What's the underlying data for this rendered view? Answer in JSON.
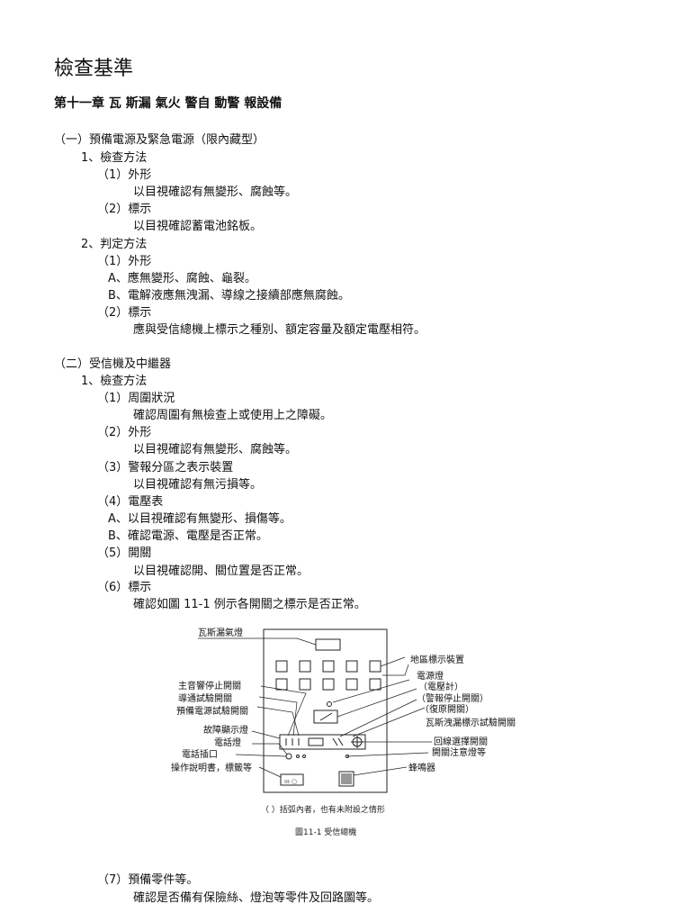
{
  "page_title": "檢查基準",
  "chapter_title": "第十一章 瓦 斯漏 氣火 警自 動警 報設備",
  "sections": {
    "s1": {
      "heading": "（一）預備電源及緊急電源（限內藏型）",
      "m1": "1、檢查方法",
      "m1_1": "（1）外形",
      "m1_1_t": "以目視確認有無變形、腐蝕等。",
      "m1_2": "（2）標示",
      "m1_2_t": "以目視確認蓄電池銘板。",
      "m2": "2、判定方法",
      "m2_1": "（1）外形",
      "m2_1_a": "A、應無變形、腐蝕、龜裂。",
      "m2_1_b": "B、電解液應無洩漏、導線之接續部應無腐蝕。",
      "m2_2": "（2）標示",
      "m2_2_t": "應與受信總機上標示之種別、額定容量及額定電壓相符。"
    },
    "s2": {
      "heading": "（二）受信機及中繼器",
      "m1": "1、檢查方法",
      "i1": "（1）周圍狀況",
      "i1_t": "確認周圍有無檢查上或使用上之障礙。",
      "i2": "（2）外形",
      "i2_t": "以目視確認有無變形、腐蝕等。",
      "i3": "（3）警報分區之表示裝置",
      "i3_t": "以目視確認有無污損等。",
      "i4": "（4）電壓表",
      "i4_a": "A、以目視確認有無變形、損傷等。",
      "i4_b": "B、確認電源、電壓是否正常。",
      "i5": "（5）開關",
      "i5_t": "以目視確認開、關位置是否正常。",
      "i6": "（6）標示",
      "i6_t": "確認如圖 11-1 例示各開關之標示是否正常。",
      "i7": "（7）預備零件等。",
      "i7_t": "確認是否備有保險絲、燈泡等零件及回路圖等。"
    }
  },
  "figure": {
    "labels": {
      "gas_leak_lamp": "瓦斯漏氣燈",
      "zone_display": "地區標示裝置",
      "power_lamp": "電源燈",
      "voltmeter": "（電壓計）",
      "alarm_stop": "（警報停止開關）",
      "reset": "（復原開關）",
      "gas_leak_test": "瓦斯洩漏標示試驗開關",
      "line_select": "回線選擇開關",
      "switch_caution": "開關注意燈等",
      "buzzer": "蜂鳴器",
      "main_sound_stop": "主音響停止開關",
      "conduction_test": "導通試驗開關",
      "backup_power_test": "預備電源試驗開關",
      "fault_display": "故障顯示燈",
      "phone_lamp": "電話燈",
      "phone_jack": "電話插口",
      "manual": "操作說明書，標籤等"
    },
    "note": "（ ）括弧內者，也有未附設之情形",
    "caption": "圖11-1 受信總機"
  }
}
